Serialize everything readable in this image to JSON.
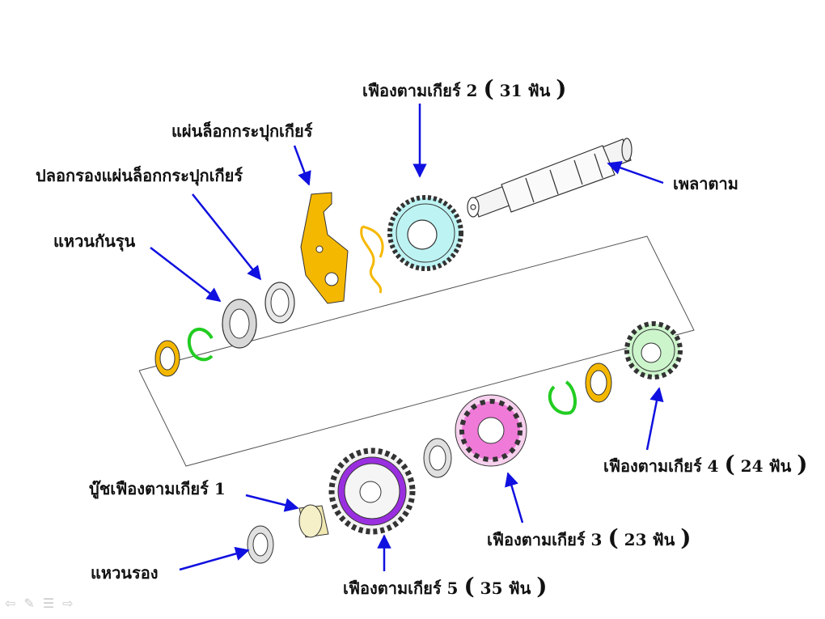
{
  "labels": {
    "gear2": "เฟืองตามเกียร์ 2",
    "gear2_teeth": "31 ฟัน",
    "lock_plate": "แผ่นล็อกกระปุกเกียร์",
    "lock_plate_collar": "ปลอกรองแผ่นล็อกกระปุกเกียร์",
    "thrust_washer": "แหวนกันรุน",
    "shaft": "เพลาตาม",
    "gear4": "เฟืองตามเกียร์ 4",
    "gear4_teeth": "24 ฟัน",
    "bush1": "บู๊ชเฟืองตามเกียร์ 1",
    "gear3": "เฟืองตามเกียร์ 3",
    "gear3_teeth": "23 ฟัน",
    "washer": "แหวนรอง",
    "gear5": "เฟืองตามเกียร์ 5",
    "gear5_teeth": "35 ฟัน"
  },
  "colors": {
    "arrow": "#1010e0",
    "gear2": "#bdf3f3",
    "lock_plate": "#f5b800",
    "thrust_washer": "#f5b800",
    "circlip": "#22cc22",
    "gear4": "#ccf5cc",
    "gear3": "#f07ad8",
    "gear5": "#9a2fe0",
    "bush": "#f0e8b0",
    "washer": "#d8d8d8"
  },
  "nav": {
    "icons": [
      "prev-icon",
      "pen-icon",
      "menu-icon",
      "next-icon"
    ]
  }
}
